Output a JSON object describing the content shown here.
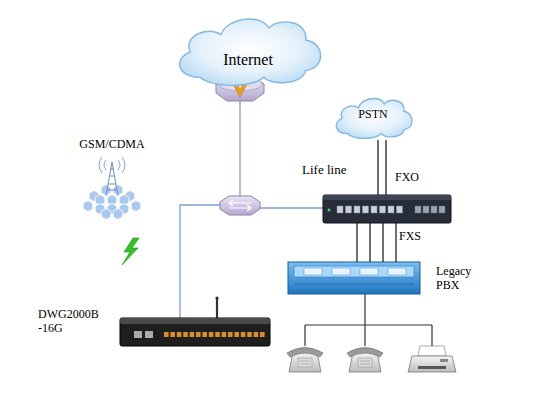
{
  "diagram": {
    "nodes": [
      {
        "text": [
          "Internet"
        ]
      },
      {
        "text": [
          "PSTN"
        ]
      },
      {
        "text": [
          "GSM/CDMA"
        ]
      },
      {
        "text": [
          "Life line"
        ]
      },
      {
        "text": [
          "Legacy PBX"
        ]
      },
      {
        "text": [
          "DWG2000B -16G"
        ]
      }
    ],
    "edges": [
      {
        "from": 1,
        "to": 3,
        "arrow": "none",
        "label": "FXO"
      },
      {
        "from": 3,
        "to": 4,
        "arrow": "none",
        "label": "FXS"
      }
    ]
  }
}
